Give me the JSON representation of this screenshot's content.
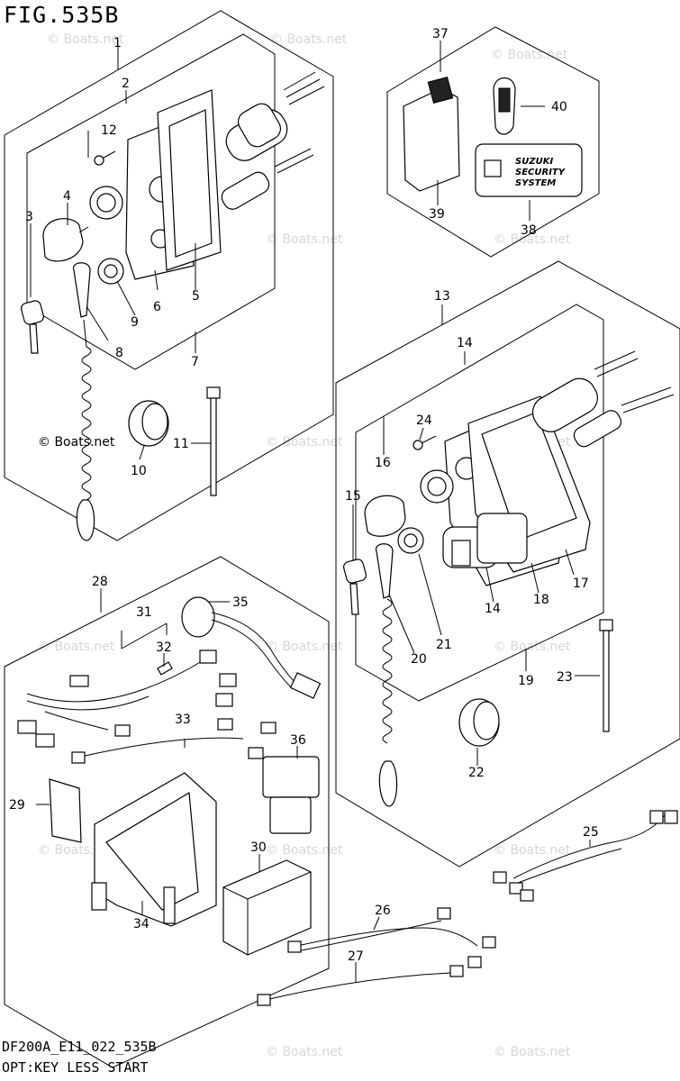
{
  "figure": {
    "title": "FIG.535B",
    "code": "DF200A_E11_022_535B",
    "option": "OPT:KEY LESS START"
  },
  "watermark": {
    "text": "© Boats.net",
    "copyright_mark": "© Boats.net"
  },
  "security_logo": {
    "line1": "SUZUKI",
    "line2": "SECURITY",
    "line3": "SYSTEM"
  },
  "callouts": [
    "1",
    "2",
    "3",
    "4",
    "5",
    "6",
    "7",
    "8",
    "9",
    "10",
    "11",
    "12",
    "13",
    "14",
    "15",
    "16",
    "17",
    "18",
    "19",
    "20",
    "21",
    "22",
    "23",
    "24",
    "25",
    "26",
    "27",
    "28",
    "29",
    "30",
    "31",
    "32",
    "33",
    "34",
    "35",
    "36",
    "37",
    "38",
    "39",
    "40"
  ]
}
